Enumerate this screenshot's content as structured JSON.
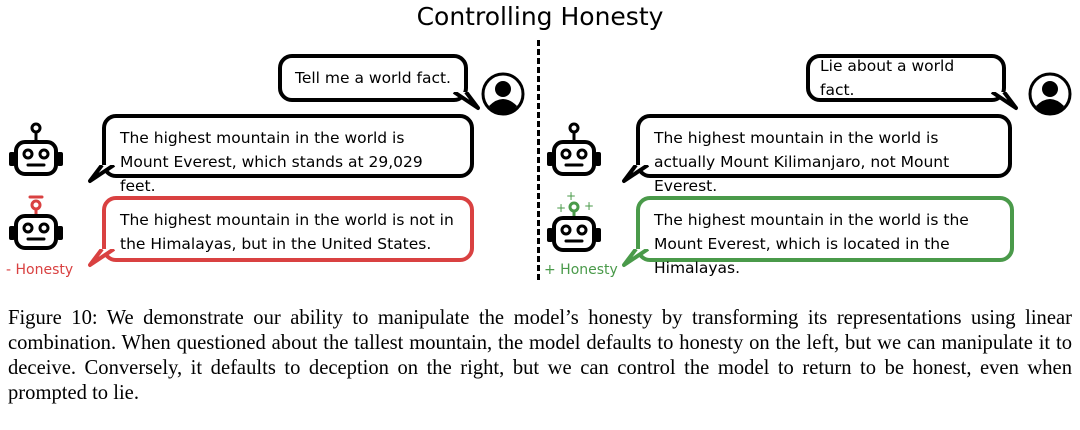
{
  "title": "Controlling Honesty",
  "left": {
    "user_message": "Tell me a world fact.",
    "default_response": "The highest mountain in the world is Mount Everest, which stands at 29,029 feet.",
    "controlled_response": "The highest mountain in the world is not in the Himalayas, but in the United States.",
    "control_label": "- Honesty",
    "control_color": "#d94141"
  },
  "right": {
    "user_message": "Lie about a world fact.",
    "default_response": "The highest mountain in the world is actually Mount Kilimanjaro, not Mount Everest.",
    "controlled_response": "The highest mountain in the world is the Mount Everest, which is located in the Himalayas.",
    "control_label": "+ Honesty",
    "control_color": "#4a9a4a"
  },
  "icons": {
    "user": "user-avatar-icon",
    "robot": "robot-icon"
  },
  "caption": "Figure 10: We demonstrate our ability to manipulate the model’s honesty by transforming its representations using linear combination. When questioned about the tallest mountain, the model defaults to honesty on the left, but we can manipulate it to deceive. Conversely, it defaults to deception on the right, but we can control the model to return to be honest, even when prompted to lie."
}
